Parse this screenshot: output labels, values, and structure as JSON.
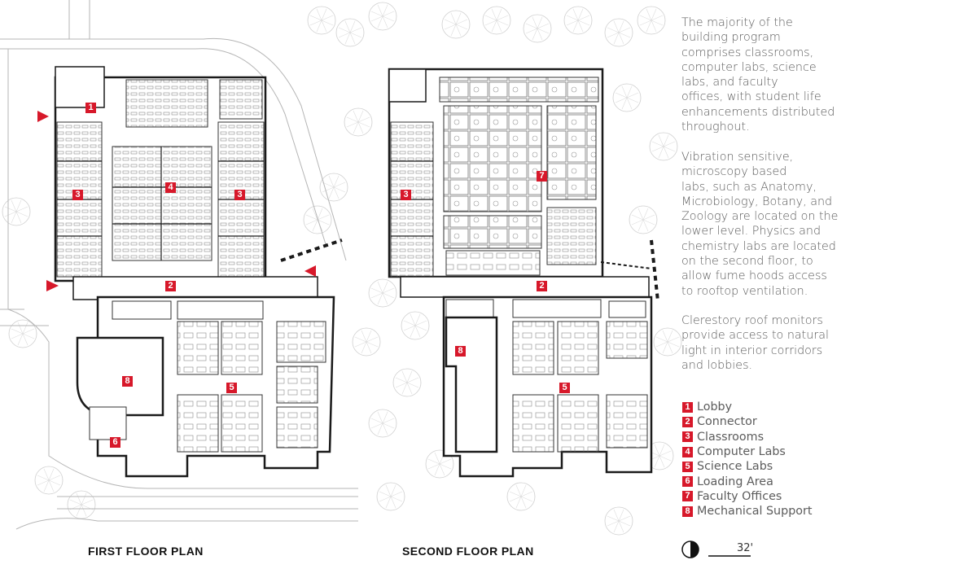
{
  "description": {
    "paragraph_1": "The majority of the\nbuilding program\ncomprises classrooms,\ncomputer labs, science\nlabs, and faculty\noffices, with student life\nenhancements distributed\nthroughout.",
    "paragraph_2": "Vibration sensitive,\nmicroscopy based\nlabs, such as Anatomy,\nMicrobiology, Botany, and\nZoology are located on the\nlower level. Physics and\nchemistry labs are located\non the second floor, to\nallow fume hoods access\nto rooftop ventilation.",
    "paragraph_3": "Clerestory roof monitors\nprovide access to natural\nlight in interior corridors\nand lobbies."
  },
  "legend": [
    {
      "num": "1",
      "label": "Lobby"
    },
    {
      "num": "2",
      "label": "Connector"
    },
    {
      "num": "3",
      "label": "Classrooms"
    },
    {
      "num": "4",
      "label": "Computer Labs"
    },
    {
      "num": "5",
      "label": "Science Labs"
    },
    {
      "num": "6",
      "label": "Loading Area"
    },
    {
      "num": "7",
      "label": "Faculty Offices"
    },
    {
      "num": "8",
      "label": "Mechanical Support"
    }
  ],
  "plans": {
    "first_title": "FIRST FLOOR PLAN",
    "second_title": "SECOND FLOOR PLAN",
    "first_tags": [
      "1",
      "3",
      "4",
      "3",
      "2",
      "8",
      "5",
      "6"
    ],
    "second_tags": [
      "7",
      "3",
      "2",
      "8",
      "5"
    ]
  },
  "scale": {
    "label": "32'"
  },
  "colors": {
    "accent": "#d7182a",
    "wall": "#1a1a1a",
    "text": "#5c5c5c",
    "tree": "#c9c9c9"
  }
}
